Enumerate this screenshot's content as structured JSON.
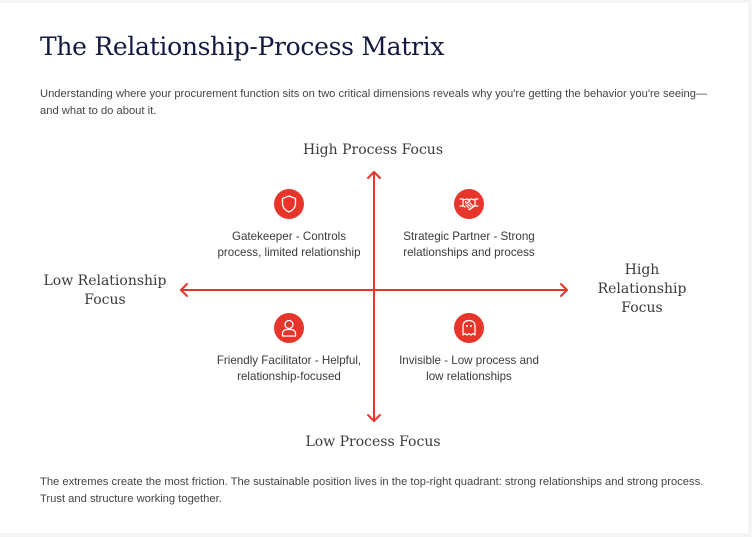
{
  "title": "The Relationship-Process Matrix",
  "intro": "Understanding where your procurement function sits on two critical dimensions reveals why you're getting the behavior you're seeing—and what to do about it.",
  "axes": {
    "top": "High Process Focus",
    "bottom": "Low Process Focus",
    "left": "Low Relationship Focus",
    "right": "High Relationship Focus"
  },
  "colors": {
    "accent": "#e8352b",
    "title": "#14193f",
    "text": "#3a3a3a"
  },
  "quadrants": [
    {
      "position": "top-left",
      "icon": "shield-icon",
      "label": "Gatekeeper - Controls process, limited relationship"
    },
    {
      "position": "top-right",
      "icon": "handshake-icon",
      "label": "Strategic Partner - Strong relationships and process"
    },
    {
      "position": "bottom-left",
      "icon": "person-icon",
      "label": "Friendly Facilitator - Helpful, relationship-focused"
    },
    {
      "position": "bottom-right",
      "icon": "ghost-icon",
      "label": "Invisible - Low process and low relationships"
    }
  ],
  "outro": "The extremes create the most friction. The sustainable position lives in the top-right quadrant: strong relationships and strong process. Trust and structure working together."
}
